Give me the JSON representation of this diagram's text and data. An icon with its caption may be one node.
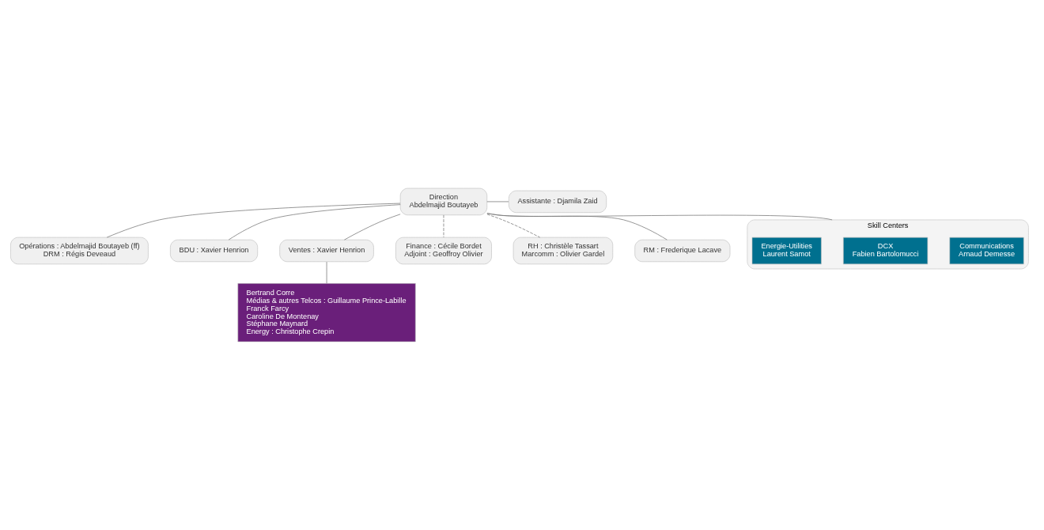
{
  "diagram": {
    "nodes": [
      {
        "text": [
          "Direction",
          "Abdelmajid Boutayeb"
        ]
      },
      {
        "text": [
          "Assistante : Djamila Zaid"
        ]
      },
      {
        "text": [
          "Opérations : Abdelmajid Boutayeb (ff)",
          "DRM : Régis Deveaud"
        ]
      },
      {
        "text": [
          "BDU : Xavier Henrion"
        ]
      },
      {
        "text": [
          "Ventes : Xavier Henrion"
        ]
      },
      {
        "text": [
          "Finance : Cécile Bordet",
          "Adjoint : Geoffroy Olivier"
        ]
      },
      {
        "text": [
          "RH : Christèle Tassart",
          "Marcomm : Olivier Gardel"
        ]
      },
      {
        "text": [
          "RM : Frederique Lacave"
        ]
      },
      {
        "text": [
          "Bertrand Corre",
          "Médias & autres Telcos : Guillaume Prince-Labille",
          "Franck Farcy",
          "Caroline De Montenay",
          "Stéphane Maynard",
          "Energy : Christophe Crepin"
        ]
      },
      {
        "text": [
          "Skill Centers"
        ]
      },
      {
        "text": [
          "Communications",
          "Arnaud Demesse"
        ],
        "in": 9
      },
      {
        "text": [
          "DCX",
          "Fabien Bartolomucci"
        ],
        "in": 9
      },
      {
        "text": [
          "Energie-Utilities",
          "Laurent Samot"
        ],
        "in": 9
      }
    ],
    "edges": [
      {
        "from": 0,
        "to": 1,
        "arrow": "none"
      },
      {
        "from": 0,
        "to": 2,
        "arrow": "none"
      },
      {
        "from": 0,
        "to": 3,
        "arrow": "none"
      },
      {
        "from": 0,
        "to": 4,
        "arrow": "none"
      },
      {
        "from": 0,
        "to": 5,
        "arrow": "none",
        "style": "dashed"
      },
      {
        "from": 0,
        "to": 6,
        "arrow": "none",
        "style": "dashed"
      },
      {
        "from": 0,
        "to": 7,
        "arrow": "none"
      },
      {
        "from": 0,
        "to": 9,
        "arrow": "none"
      },
      {
        "from": 4,
        "to": 8,
        "arrow": "none"
      }
    ]
  }
}
